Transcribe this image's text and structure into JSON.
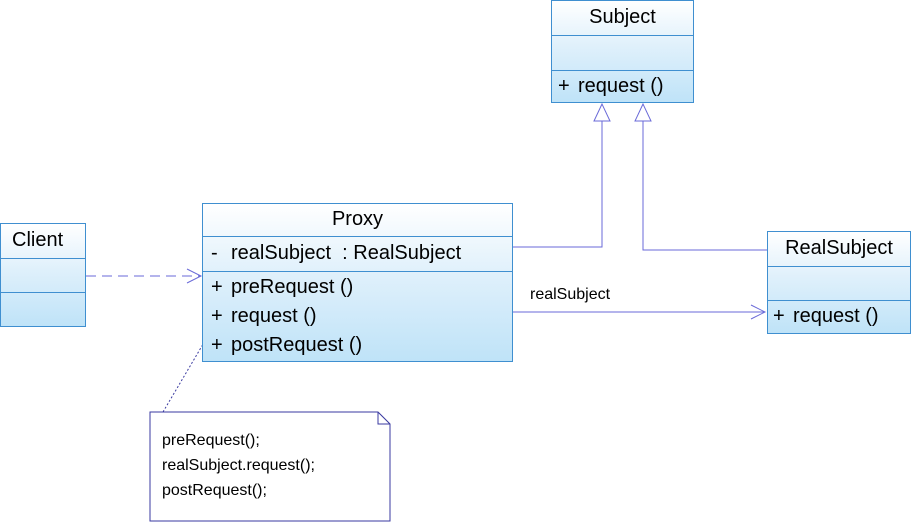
{
  "classes": {
    "subject": {
      "name": "Subject",
      "attributes": [],
      "operations": [
        {
          "vis": "+",
          "text": "request ()"
        }
      ]
    },
    "client": {
      "name": "Client",
      "attributes": [],
      "operations": []
    },
    "proxy": {
      "name": "Proxy",
      "attributes": [
        {
          "vis": "-",
          "text": "realSubject  : RealSubject"
        }
      ],
      "operations": [
        {
          "vis": "+",
          "text": "preRequest ()"
        },
        {
          "vis": "+",
          "text": "request ()"
        },
        {
          "vis": "+",
          "text": "postRequest ()"
        }
      ]
    },
    "realsubject": {
      "name": "RealSubject",
      "attributes": [],
      "operations": [
        {
          "vis": "+",
          "text": "request ()"
        }
      ]
    }
  },
  "association_label": "realSubject",
  "note": {
    "lines": [
      "preRequest();",
      "realSubject.request();",
      "postRequest();"
    ]
  },
  "colors": {
    "line": "#5a5ad0",
    "border": "#3f8fd0"
  }
}
